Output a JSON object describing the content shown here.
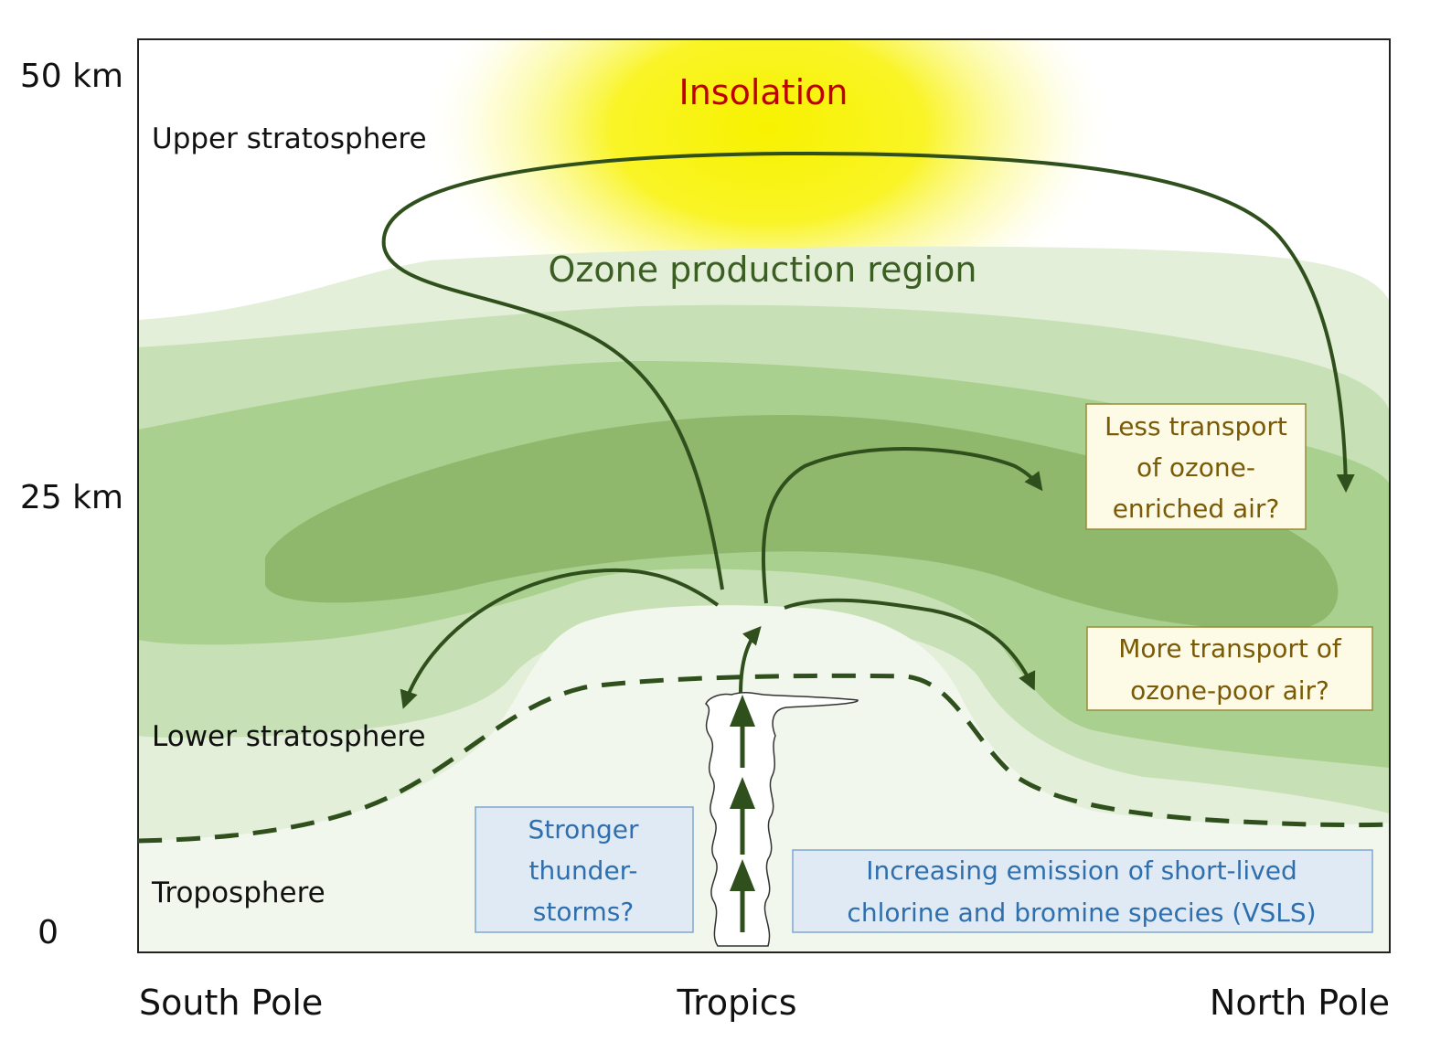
{
  "axis": {
    "y_top": "50 km",
    "y_mid": "25 km",
    "y_bottom": "0",
    "x_left": "South Pole",
    "x_center": "Tropics",
    "x_right": "North Pole"
  },
  "regions": {
    "upper": "Upper stratosphere",
    "lower": "Lower stratosphere",
    "troposphere": "Troposphere"
  },
  "insolation": "Insolation",
  "ozone_region": "Ozone production region",
  "boxes": {
    "less_transport": [
      "Less transport",
      "of ozone-",
      "enriched air?"
    ],
    "more_transport": [
      "More transport of",
      "ozone-poor air?"
    ],
    "thunderstorms": [
      "Stronger",
      "thunder-",
      "storms?"
    ],
    "vsls": [
      "Increasing emission of short-lived",
      "chlorine and bromine species (VSLS)"
    ]
  },
  "colors": {
    "frame": "#222222",
    "arrow": "#2f4f1c",
    "insolation_text": "#c00000",
    "ozone_text": "#3b5e23",
    "brown_text": "#7a5a06",
    "brown_box_bg": "#fdfbe6",
    "brown_box_border": "#9a8a3a",
    "blue_text": "#2f6fae",
    "blue_box_bg": "#dfeaf5",
    "blue_box_border": "#7fa7cf",
    "sun": "#f8f200",
    "band1": "#e3efd9",
    "band2": "#c7e0b5",
    "band3": "#a9d08e",
    "band4": "#8fb86d",
    "trop_bg": "#f1f7ec"
  }
}
